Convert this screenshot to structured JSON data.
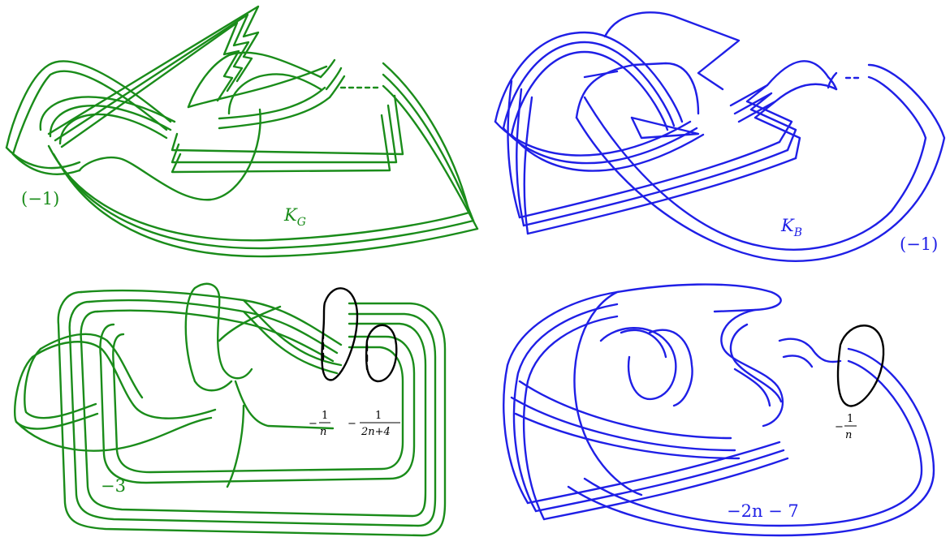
{
  "colors": {
    "green": "#1a8c1a",
    "blue": "#1f1fe6",
    "black": "#000000"
  },
  "panels": {
    "top_left": {
      "framing": "(−1)",
      "knot_name": "K",
      "knot_sub": "G"
    },
    "top_right": {
      "knot_name": "K",
      "knot_sub": "B",
      "framing": "(−1)"
    },
    "bottom_left": {
      "framing": "−3",
      "surgery_1": {
        "sign": "−",
        "num": "1",
        "den": "n"
      },
      "surgery_2": {
        "sign": "−",
        "num": "1",
        "den": "2n+4"
      }
    },
    "bottom_right": {
      "framing": "−2n − 7",
      "surgery_1": {
        "sign": "−",
        "num": "1",
        "den": "n"
      }
    }
  }
}
